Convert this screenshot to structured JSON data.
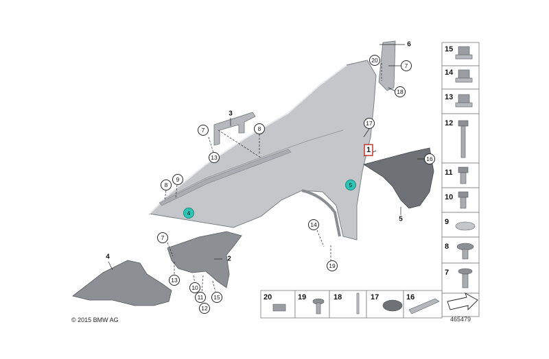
{
  "copyright": "© 2015 BMW AG",
  "reference_number": "465479",
  "main_part_label": "1",
  "callouts": [
    "2",
    "3",
    "4",
    "5",
    "6",
    "7",
    "8",
    "9",
    "10",
    "11",
    "12",
    "13",
    "14",
    "15",
    "16",
    "17",
    "18",
    "19",
    "20"
  ],
  "legend_items": [
    "15",
    "14",
    "13",
    "12",
    "11",
    "10",
    "9",
    "8",
    "7"
  ],
  "bottom_items": [
    "20",
    "19",
    "18",
    "17",
    "16"
  ],
  "colors": {
    "part_fill": "#c4c6c9",
    "part_stroke": "#7c7f83",
    "dark_part": "#6e7175",
    "highlight": "#2ec4b6",
    "box_red": "#c0392b"
  }
}
